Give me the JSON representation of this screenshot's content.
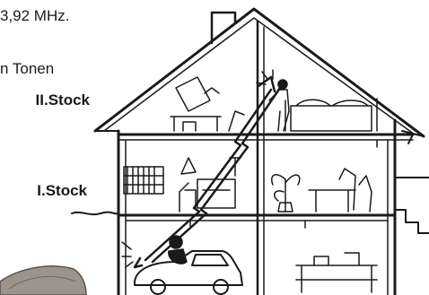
{
  "labels": {
    "frequency": "3,92 MHz.",
    "tones_fragment": "n Tonen",
    "upper_floor": "II.Stock",
    "first_floor": "I.Stock"
  },
  "colors": {
    "ink": "#1a1a1a",
    "background": "#ffffff",
    "shade": "#9a948a"
  }
}
